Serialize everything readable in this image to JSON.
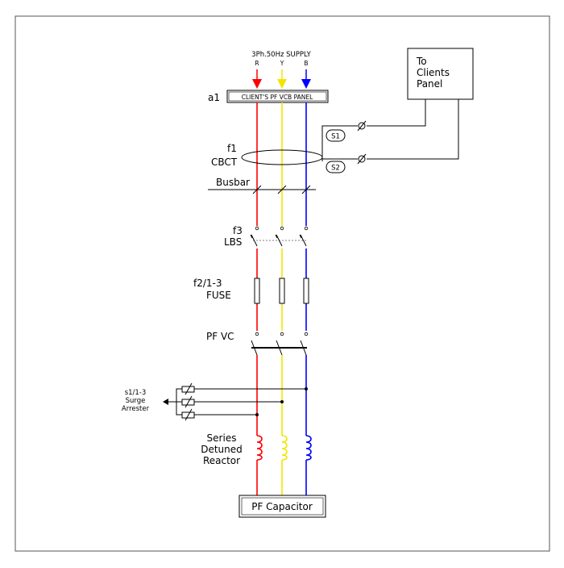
{
  "supply": {
    "title": "3Ph.50Hz SUPPLY",
    "phases": [
      "R",
      "Y",
      "B"
    ]
  },
  "colors": {
    "r": "#ff0000",
    "y": "#f2e600",
    "b": "#0000ff",
    "line": "#000000",
    "frame": "#555555"
  },
  "panel": {
    "tag": "a1",
    "label": "CLIENT'S  PF  VCB  PANEL"
  },
  "clients_panel": {
    "line1": "To",
    "line2": "Clients",
    "line3": "Panel"
  },
  "ct": {
    "tag": "f1",
    "label": "CBCT",
    "s1": "S1",
    "s2": "S2"
  },
  "busbar": {
    "label": "Busbar"
  },
  "lbs": {
    "tag": "f3",
    "label": "LBS"
  },
  "fuse": {
    "tag": "f2/1-3",
    "label": "FUSE"
  },
  "pfvc": {
    "label": "PF  VC"
  },
  "arrester": {
    "tag": "s1/1-3",
    "line1": "Surge",
    "line2": "Arrester"
  },
  "reactor": {
    "line1": "Series",
    "line2": "Detuned",
    "line3": "Reactor"
  },
  "capacitor": {
    "label": "PF  Capacitor"
  }
}
